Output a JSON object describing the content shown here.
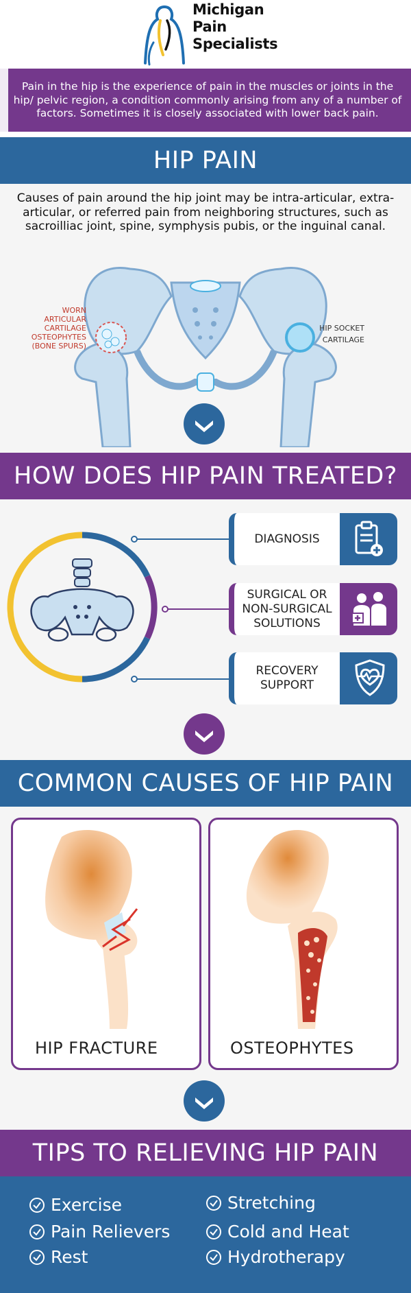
{
  "logo": {
    "line1": "Michigan",
    "line2": "Pain",
    "line3": "Specialists"
  },
  "intro": {
    "text": "Pain in the hip is the experience of pain in the muscles or joints in the hip/ pelvic region, a condition commonly arising from any of a number of factors. Sometimes it is closely associated with lower back pain."
  },
  "hip_pain": {
    "title": "HIP PAIN",
    "description": "Causes of pain around the hip joint may be intra-articular, extra-articular, or referred pain from neighboring structures, such as sacroilliac joint, spine, symphysis pubis, or the inguinal canal.",
    "label_left": [
      "WORN",
      "ARTICULAR",
      "CARTILAGE",
      "OSTEOPHYTES",
      "(BONE SPURS)"
    ],
    "label_right": [
      "HIP SOCKET",
      "CARTILAGE"
    ]
  },
  "treatment": {
    "title": "HOW DOES HIP PAIN TREATED?",
    "items": [
      {
        "label": "DIAGNOSIS",
        "icon": "clipboard-icon"
      },
      {
        "label": "SURGICAL OR NON-SURGICAL SOLUTIONS",
        "icon": "doctor-patient-icon"
      },
      {
        "label": "RECOVERY SUPPORT",
        "icon": "heart-shield-icon"
      }
    ]
  },
  "causes": {
    "title": "COMMON CAUSES OF HIP PAIN",
    "cards": [
      {
        "label": "HIP FRACTURE"
      },
      {
        "label": "OSTEOPHYTES"
      }
    ]
  },
  "tips": {
    "title": "TIPS TO RELIEVING HIP PAIN",
    "left": [
      "Exercise",
      "Pain Relievers",
      "Rest"
    ],
    "right": [
      "Stretching",
      "Cold and Heat",
      "Hydrotherapy"
    ]
  },
  "colors": {
    "blue": "#2c679d",
    "purple": "#74388c",
    "yellow": "#f2c230"
  }
}
